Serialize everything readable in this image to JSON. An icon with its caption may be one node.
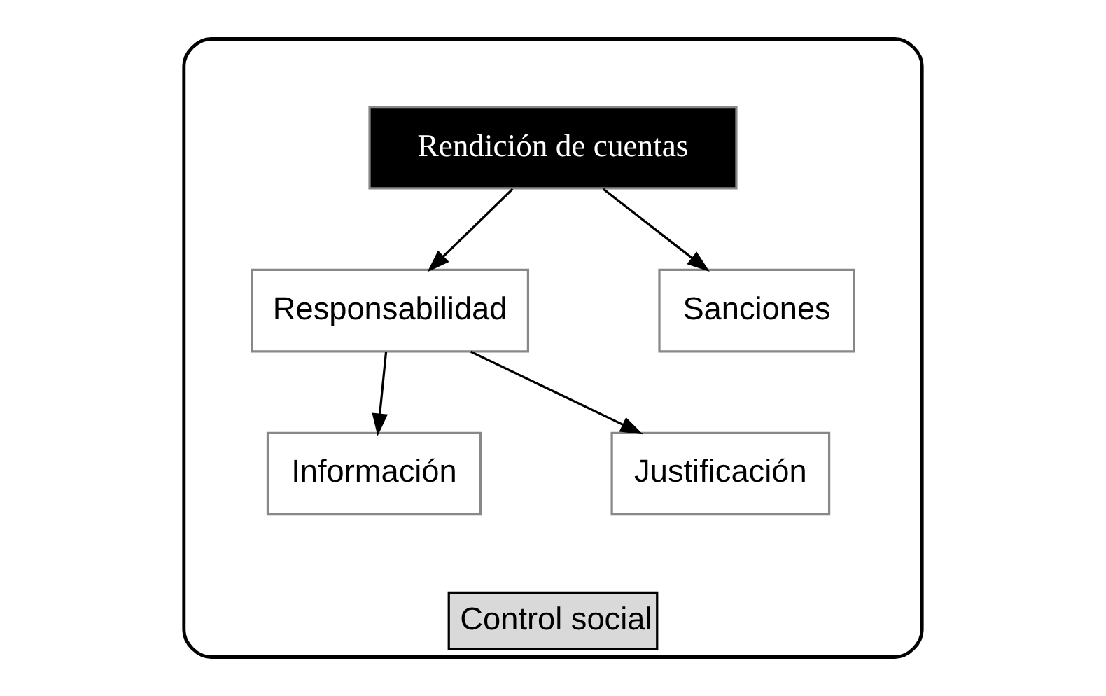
{
  "diagram": {
    "nodes": [
      {
        "text": [
          "Control social"
        ]
      },
      {
        "text": [
          "Rendición de cuentas"
        ],
        "in": 0
      },
      {
        "text": [
          "Responsabilidad"
        ],
        "in": 0
      },
      {
        "text": [
          "Sanciones"
        ],
        "in": 0
      },
      {
        "text": [
          "Información"
        ],
        "in": 0
      },
      {
        "text": [
          "Justificación"
        ],
        "in": 0
      }
    ],
    "edges": [
      {
        "from": 1,
        "to": 2,
        "arrow": "to"
      },
      {
        "from": 1,
        "to": 3,
        "arrow": "to"
      },
      {
        "from": 2,
        "to": 4,
        "arrow": "to"
      },
      {
        "from": 2,
        "to": 5,
        "arrow": "to"
      }
    ]
  }
}
